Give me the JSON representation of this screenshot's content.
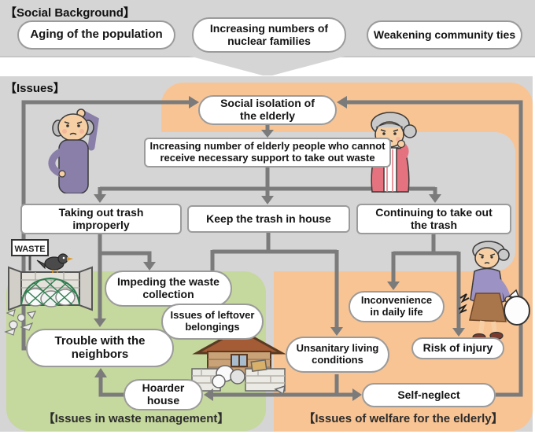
{
  "colors": {
    "section_gray": "#d5d5d5",
    "orange_region": "#f8c494",
    "green_region": "#c5d89d",
    "arrow_gray": "#7b7b7b",
    "box_border": "#9b9b9b",
    "box_fill": "#ffffff"
  },
  "social_background": {
    "header": "【Social Background】",
    "items": [
      "Aging of the population",
      "Increasing numbers of nuclear families",
      "Weakening community ties"
    ]
  },
  "issues": {
    "header": "【Issues】",
    "nodes": {
      "social_isolation": "Social isolation of the elderly",
      "no_support": "Increasing number of elderly people who cannot receive necessary support to take out waste",
      "taking_out_trash": "Taking out trash improperly",
      "keep_trash": "Keep the trash in house",
      "continuing": "Continuing to take out the trash",
      "impeding": "Impeding the waste collection",
      "leftover": "Issues of leftover belongings",
      "trouble": "Trouble with the neighbors",
      "hoarder": "Hoarder house",
      "inconvenience": "Inconvenience in daily life",
      "unsanitary": "Unsanitary living conditions",
      "risk": "Risk of injury",
      "self_neglect": "Self-neglect"
    },
    "waste_sign": "WASTE",
    "sections": {
      "waste": "【Issues in waste management】",
      "welfare": "【Issues of welfare for the elderly】"
    }
  }
}
